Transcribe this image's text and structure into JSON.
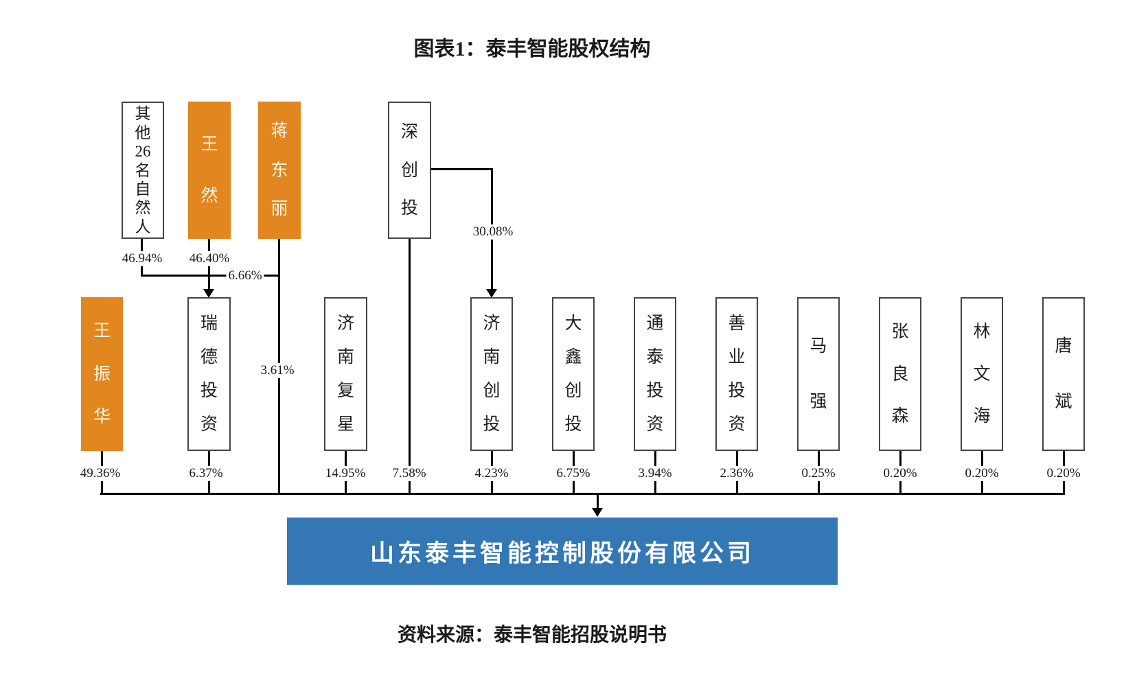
{
  "title": "图表1：泰丰智能股权结构",
  "source_note": "资料来源：泰丰智能招股说明书",
  "company": {
    "name": "山东泰丰智能控制股份有限公司",
    "fill_color": "#3377b5"
  },
  "colors": {
    "orange_box": "#e2861f",
    "company_blue": "#3377b5",
    "line_black": "#000000"
  },
  "shareholders_top": [
    {
      "label": "其他26名自然人",
      "style": "white",
      "pct_to_ruide": "46.94%"
    },
    {
      "label": "王然",
      "style": "orange",
      "pct_to_ruide": "46.40%"
    },
    {
      "label": "蒋东丽",
      "style": "orange",
      "pct_to_ruide": "6.66%",
      "pct_to_company": "3.61%"
    },
    {
      "label": "深创投",
      "style": "white",
      "pct_to_jinan_vc": "30.08%",
      "pct_to_company": "7.58%"
    }
  ],
  "shareholders_bottom": [
    {
      "label": "王振华",
      "style": "orange",
      "pct_to_company": "49.36%"
    },
    {
      "label": "瑞德投资",
      "style": "white",
      "pct_to_company": "6.37%"
    },
    {
      "label": "济南复星",
      "style": "white",
      "pct_to_company": "14.95%"
    },
    {
      "label": "济南创投",
      "style": "white",
      "pct_to_company": "4.23%"
    },
    {
      "label": "大鑫创投",
      "style": "white",
      "pct_to_company": "6.75%"
    },
    {
      "label": "通泰投资",
      "style": "white",
      "pct_to_company": "3.94%"
    },
    {
      "label": "善业投资",
      "style": "white",
      "pct_to_company": "2.36%"
    },
    {
      "label": "马强",
      "style": "white",
      "pct_to_company": "0.25%"
    },
    {
      "label": "张良森",
      "style": "white",
      "pct_to_company": "0.20%"
    },
    {
      "label": "林文海",
      "style": "white",
      "pct_to_company": "0.20%"
    },
    {
      "label": "唐斌",
      "style": "white",
      "pct_to_company": "0.20%"
    }
  ]
}
